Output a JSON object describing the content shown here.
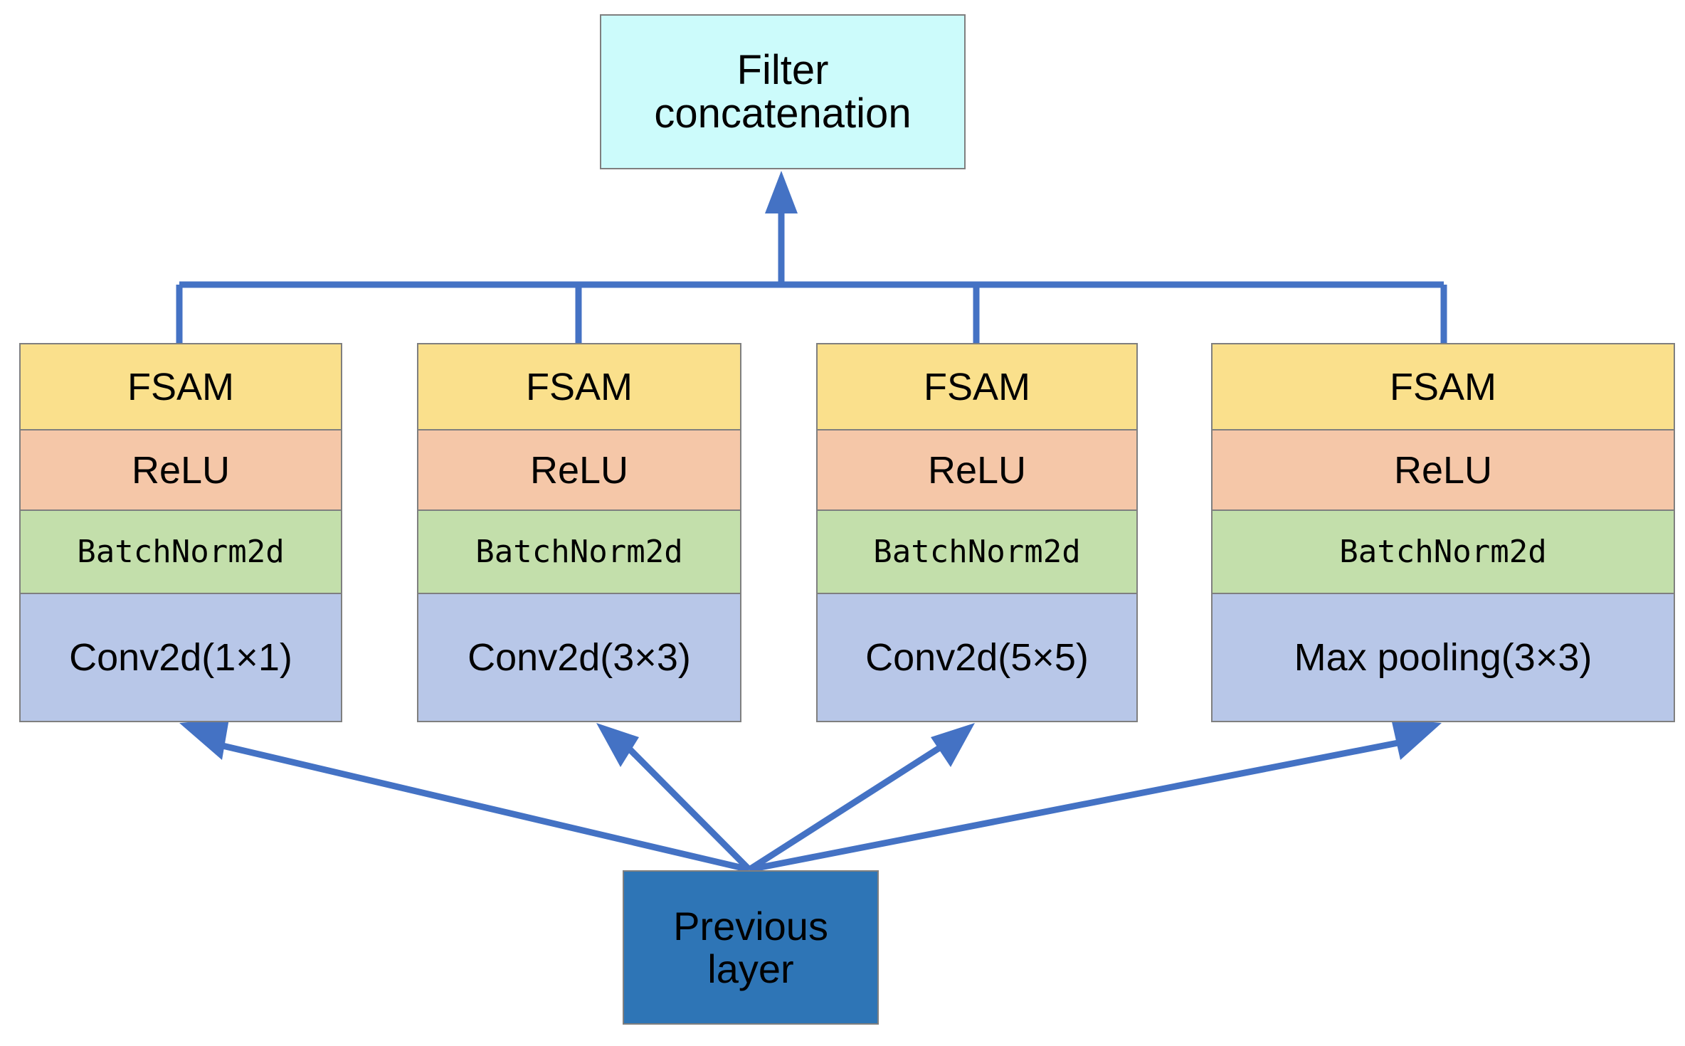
{
  "diagram": {
    "title_node": {
      "label": "Filter\nconcatenation",
      "color": "#ccfbfb"
    },
    "source_node": {
      "label": "Previous\nlayer",
      "color": "#2e75b6"
    },
    "row_labels": {
      "attention": "FSAM",
      "activation": "ReLU",
      "normalization": "BatchNorm2d"
    },
    "colors": {
      "fsam": "#fae08c",
      "relu": "#f5c7a8",
      "batchnorm": "#c3dfab",
      "op": "#b8c7e8",
      "concat": "#ccfbfb",
      "previous_layer": "#2e75b6",
      "wire": "#4472c4",
      "border": "#7f7f7f"
    },
    "branches": [
      {
        "name": "branch-1x1",
        "fsam": "FSAM",
        "relu": "ReLU",
        "batchnorm": "BatchNorm2d",
        "op": "Conv2d(1×1)"
      },
      {
        "name": "branch-3x3",
        "fsam": "FSAM",
        "relu": "ReLU",
        "batchnorm": "BatchNorm2d",
        "op": "Conv2d(3×3)"
      },
      {
        "name": "branch-5x5",
        "fsam": "FSAM",
        "relu": "ReLU",
        "batchnorm": "BatchNorm2d",
        "op": "Conv2d(5×5)"
      },
      {
        "name": "branch-maxpool",
        "fsam": "FSAM",
        "relu": "ReLU",
        "batchnorm": "BatchNorm2d",
        "op": "Max pooling(3×3)"
      }
    ]
  }
}
